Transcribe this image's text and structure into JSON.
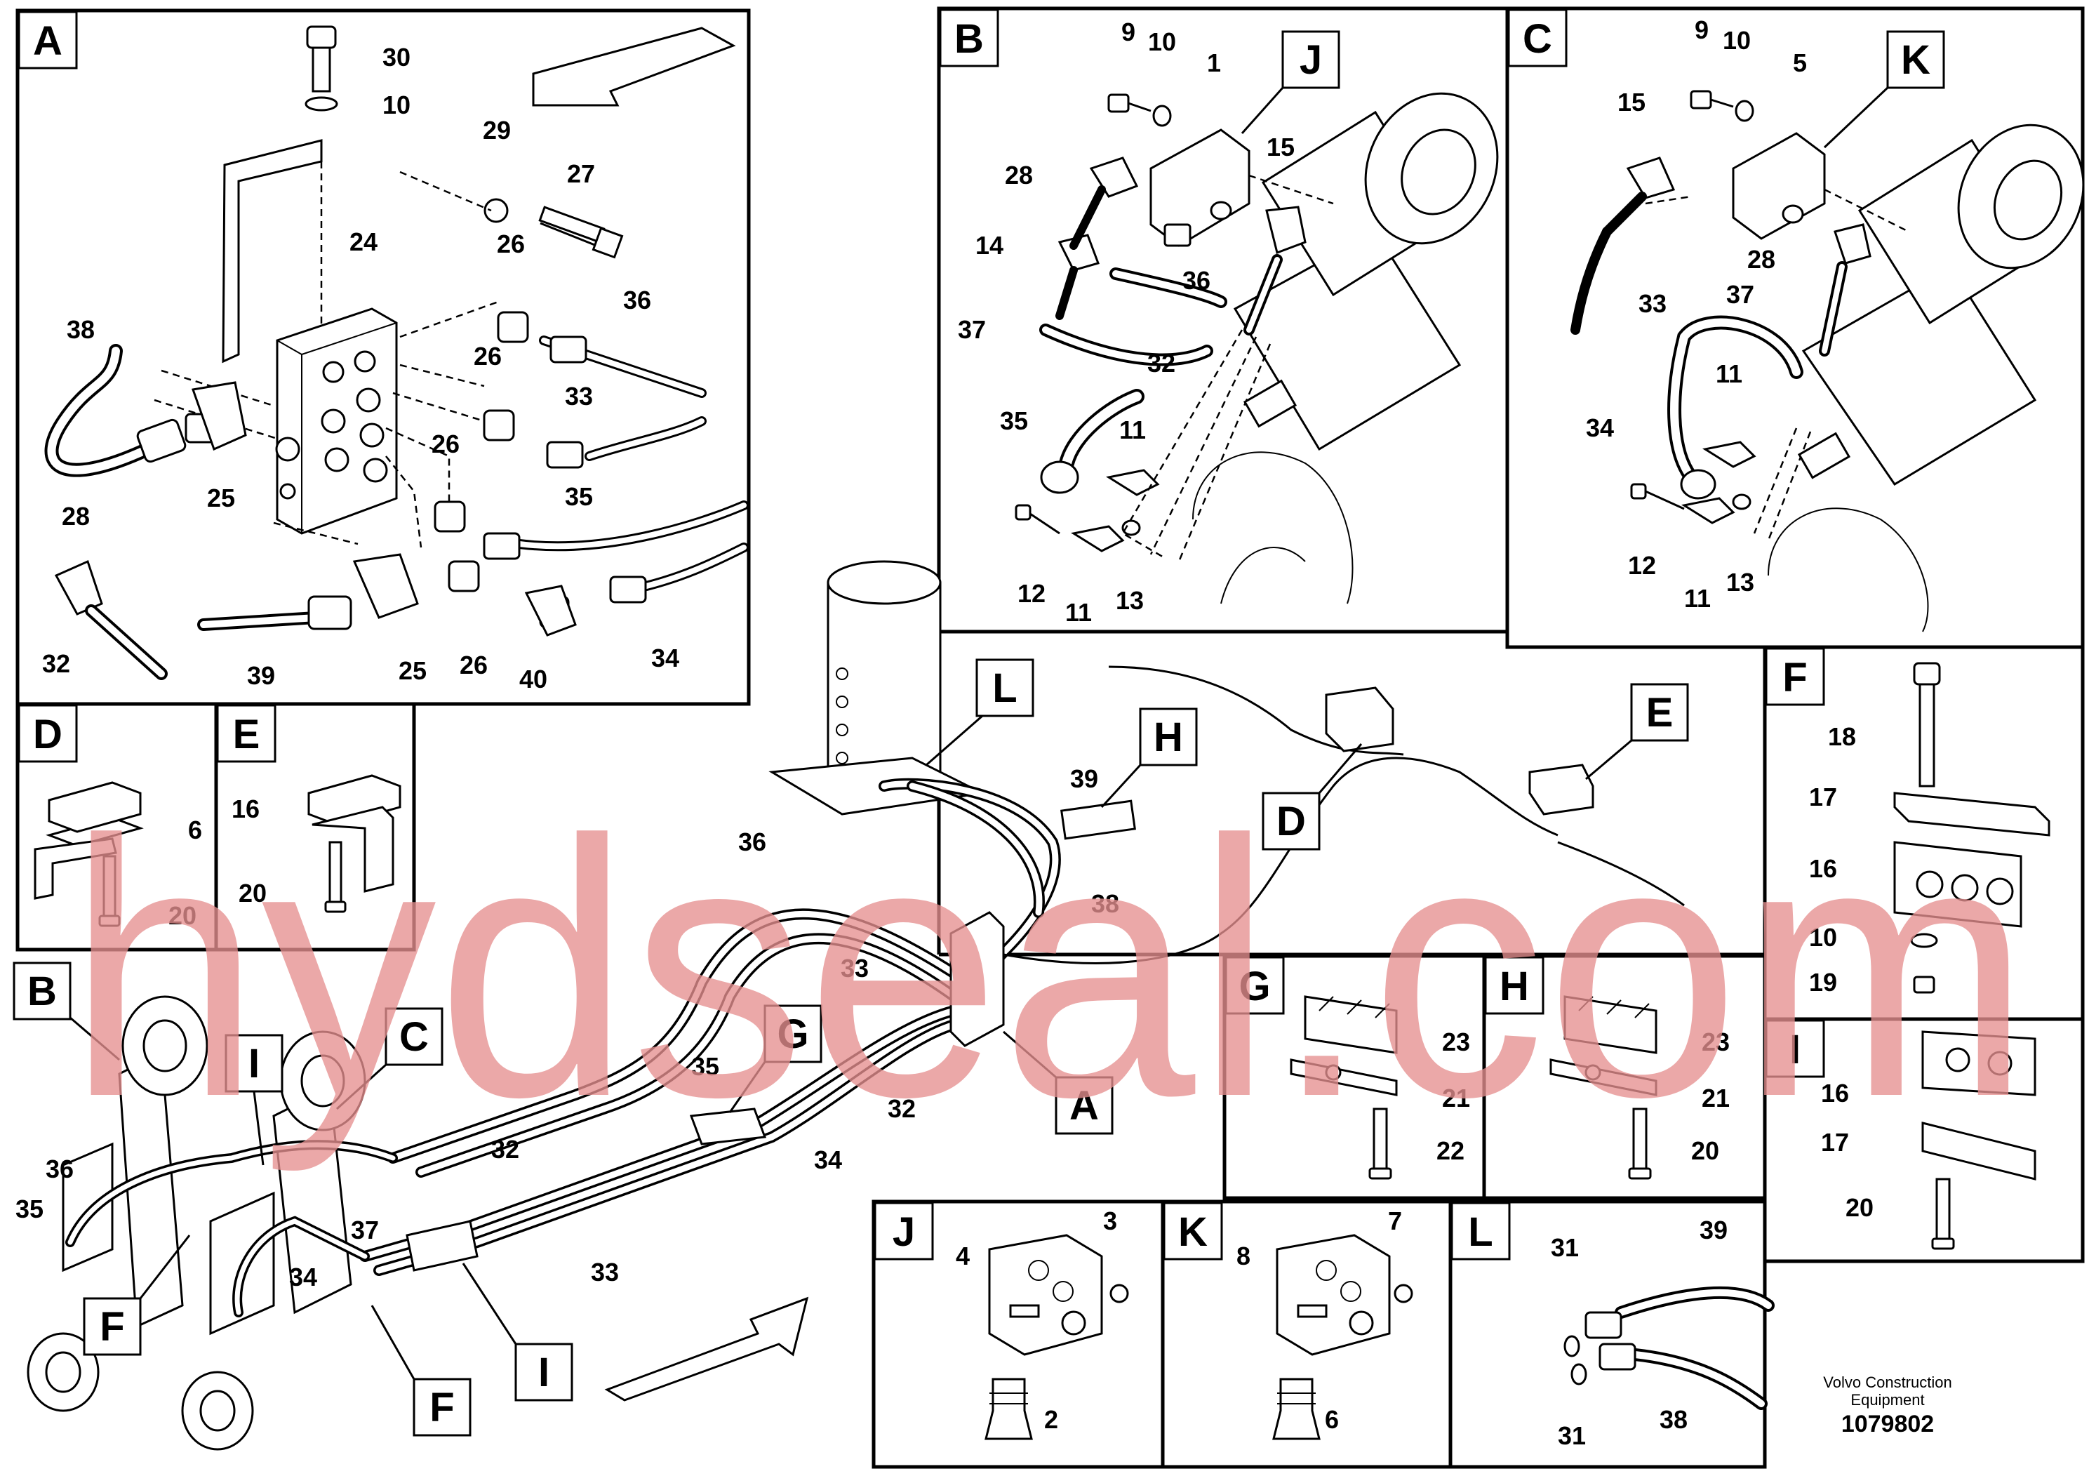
{
  "watermark": "hydseal.com",
  "footer": {
    "company_line1": "Volvo Construction",
    "company_line2": "Equipment",
    "drawing_number": "1079802"
  },
  "panels": {
    "A": {
      "letter": "A",
      "callouts": [
        "30",
        "10",
        "29",
        "27",
        "24",
        "26",
        "36",
        "38",
        "26",
        "33",
        "26",
        "35",
        "28",
        "25",
        "32",
        "39",
        "25",
        "26",
        "40",
        "34"
      ]
    },
    "B": {
      "letter": "B",
      "callouts": [
        "9",
        "10",
        "1",
        "28",
        "15",
        "14",
        "36",
        "37",
        "32",
        "35",
        "11",
        "12",
        "11",
        "13"
      ],
      "detail_ref": "J"
    },
    "C": {
      "letter": "C",
      "callouts": [
        "9",
        "10",
        "5",
        "15",
        "28",
        "33",
        "37",
        "34",
        "11",
        "12",
        "11",
        "13"
      ],
      "detail_ref": "K"
    },
    "D": {
      "letter": "D",
      "callouts": [
        "6",
        "20"
      ]
    },
    "E": {
      "letter": "E",
      "callouts": [
        "16",
        "20"
      ]
    },
    "F": {
      "letter": "F",
      "callouts": [
        "18",
        "17",
        "16",
        "10",
        "19"
      ]
    },
    "G": {
      "letter": "G",
      "callouts": [
        "23",
        "21",
        "22"
      ]
    },
    "H": {
      "letter": "H",
      "callouts": [
        "23",
        "21",
        "20"
      ]
    },
    "I": {
      "letter": "I",
      "callouts": [
        "16",
        "17",
        "20"
      ]
    },
    "J": {
      "letter": "J",
      "callouts": [
        "4",
        "3",
        "2"
      ]
    },
    "K": {
      "letter": "K",
      "callouts": [
        "8",
        "7",
        "6"
      ]
    },
    "L": {
      "letter": "L",
      "callouts": [
        "31",
        "39",
        "31",
        "38"
      ]
    },
    "main": {
      "callouts": [
        "39",
        "36",
        "38",
        "33",
        "35",
        "32",
        "34",
        "36",
        "35",
        "37",
        "34",
        "32",
        "33"
      ],
      "refs": [
        "L",
        "H",
        "D",
        "E",
        "G",
        "A",
        "B",
        "C",
        "I",
        "F",
        "F",
        "I"
      ]
    }
  }
}
